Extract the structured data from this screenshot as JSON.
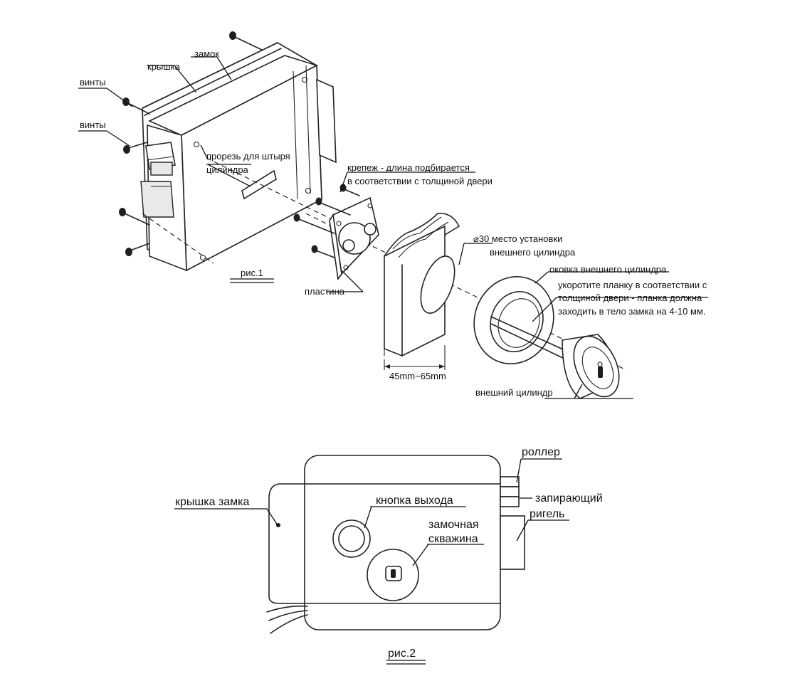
{
  "figure1": {
    "caption": "рис.1",
    "labels": {
      "cover": "крышка",
      "lock": "замок",
      "screws_top": "винты",
      "screws_side": "винты",
      "slot_line1": "прорезь для штыря",
      "slot_line2": "цилиндра",
      "fastener_line1": "крепеж - длина подбирается",
      "fastener_line2": "в соответствии с толщиной двери",
      "plate": "пластина",
      "hole_line1": "⌀30 место установки",
      "hole_line2": "внешнего цилиндра",
      "rosette": "оковка внешнего цилиндра",
      "shorten_line1": "укоротите планку в соответствии с",
      "shorten_line2": "толщиной двери - планка должна",
      "shorten_line3": "заходить в тело замка на 4-10 мм.",
      "thickness": "45mm~65mm",
      "cylinder": "внешний цилиндр"
    }
  },
  "figure2": {
    "caption": "рис.2",
    "labels": {
      "cover": "крышка замка",
      "exit_button": "кнопка выхода",
      "keyhole_line1": "замочная",
      "keyhole_line2": "скважина",
      "roller": "роллер",
      "bolt_line1": "запирающий",
      "bolt_line2": "ригель"
    }
  }
}
